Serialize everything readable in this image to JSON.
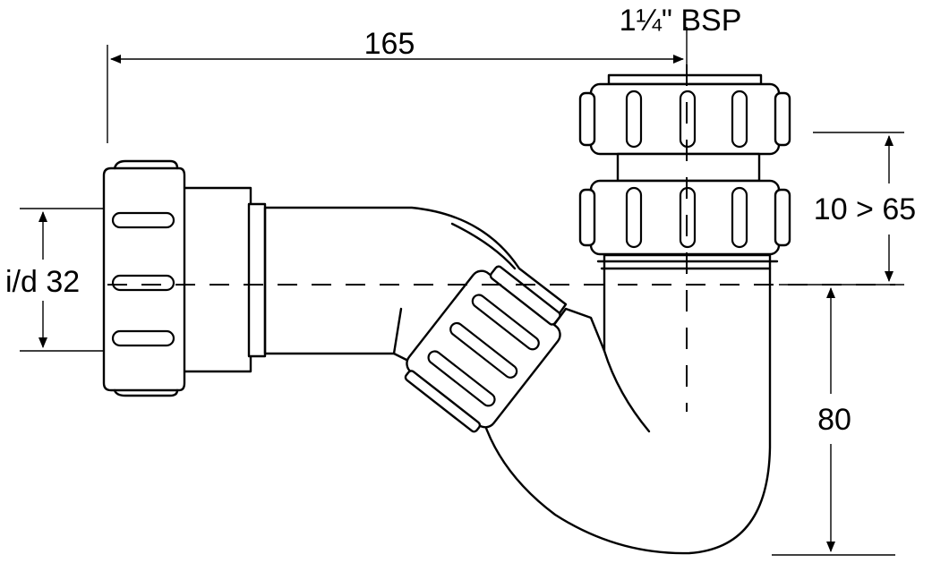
{
  "diagram": {
    "labels": {
      "thread": "1¼\" BSP",
      "width": "165",
      "adjust": "10 > 65",
      "inlet": "i/d 32",
      "depth": "80"
    },
    "colors": {
      "ink": "#000000",
      "paper": "#ffffff"
    }
  }
}
